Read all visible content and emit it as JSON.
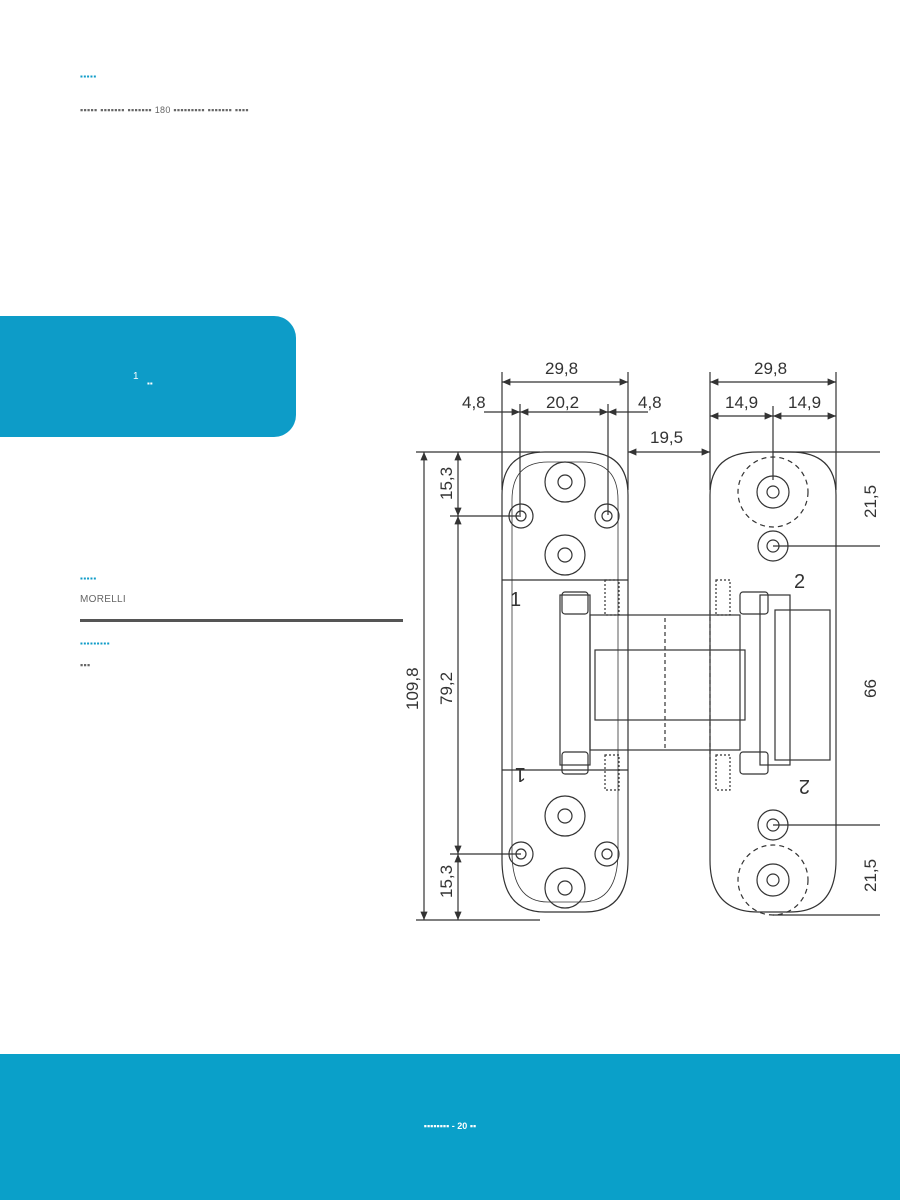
{
  "top": {
    "heading": "▪▪▪▪▪",
    "description": "▪▪▪▪▪ ▪▪▪▪▪▪▪ ▪▪▪▪▪▪▪ 180 ▪▪▪▪▪▪▪▪▪ ▪▪▪▪▪▪▪ ▪▪▪▪"
  },
  "badge": {
    "number": "1",
    "unit": "▪▪"
  },
  "brand": {
    "label": "▪▪▪▪▪",
    "value": "MORELLI"
  },
  "country": {
    "label": "▪▪▪▪▪▪▪▪▪",
    "value": "▪▪▪"
  },
  "footer": {
    "text": "▪▪▪▪▪▪▪▪ - 20 ▪▪"
  },
  "drawing": {
    "dimensions": {
      "top_width_left": "29,8",
      "top_width_right": "29,8",
      "left_offset": "4,8",
      "center_width": "20,2",
      "right_offset": "4,8",
      "right_half_a": "14,9",
      "right_half_b": "14,9",
      "gap": "19,5",
      "total_height": "109,8",
      "inner_height": "79,2",
      "top_segment": "15,3",
      "bottom_segment": "15,3",
      "right_top": "21,5",
      "right_middle": "66",
      "right_bottom": "21,5"
    },
    "markers": {
      "left_top": "1",
      "left_bottom": "1",
      "right_top": "2",
      "right_bottom": "2"
    }
  }
}
